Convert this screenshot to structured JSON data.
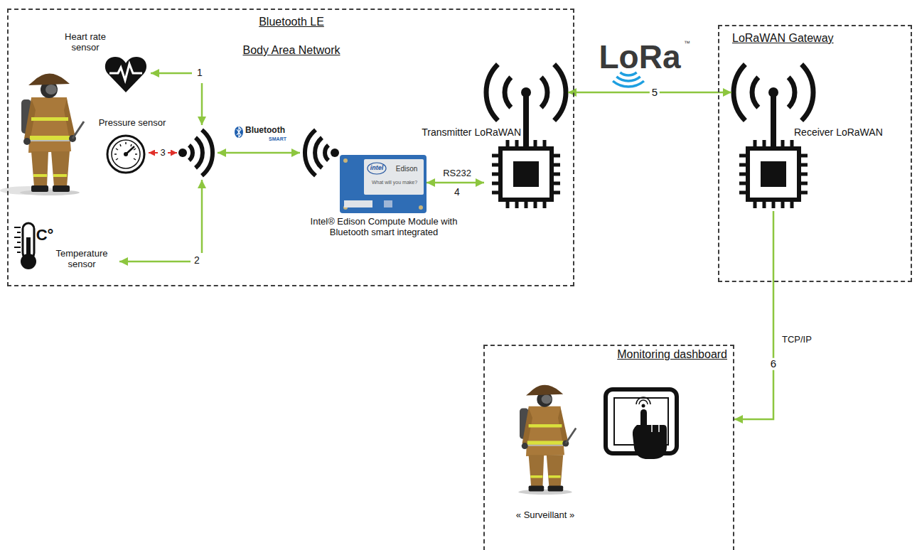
{
  "diagram": {
    "nodes": [
      {
        "text": [
          "Bluetooth LE",
          "Body Area Network"
        ]
      },
      {
        "text": [
          "Heart rate sensor"
        ],
        "in": 0
      },
      {
        "text": [
          "Pressure sensor"
        ],
        "in": 0
      },
      {
        "text": [
          "Temperature sensor"
        ],
        "in": 0
      },
      {
        "text": [
          "Intel® Edison Compute Module with Bluetooth smart integrated"
        ],
        "in": 0
      },
      {
        "text": [
          "Transmitter LoRaWAN"
        ],
        "in": 0
      },
      {
        "text": [
          "LoRaWAN Gateway"
        ]
      },
      {
        "text": [
          "Receiver LoRaWAN"
        ],
        "in": 6
      },
      {
        "text": [
          "Monitoring dashboard"
        ]
      },
      {
        "text": [
          "« Surveillant »"
        ],
        "in": 8
      }
    ],
    "edges": [
      {
        "from": 4,
        "to": 5,
        "label": "4",
        "arrow": "both"
      },
      {
        "from": 5,
        "to": 7,
        "label": "5",
        "arrow": "both"
      },
      {
        "from": 7,
        "to": 8,
        "label": "6",
        "arrow": "to"
      }
    ],
    "labels": [
      "1",
      "3",
      "2",
      "C°",
      "Bluetooth",
      "SMART",
      "intel",
      "Edison",
      "What will you make?",
      "RS232",
      "LoRa",
      "™",
      "TCP/IP"
    ]
  }
}
